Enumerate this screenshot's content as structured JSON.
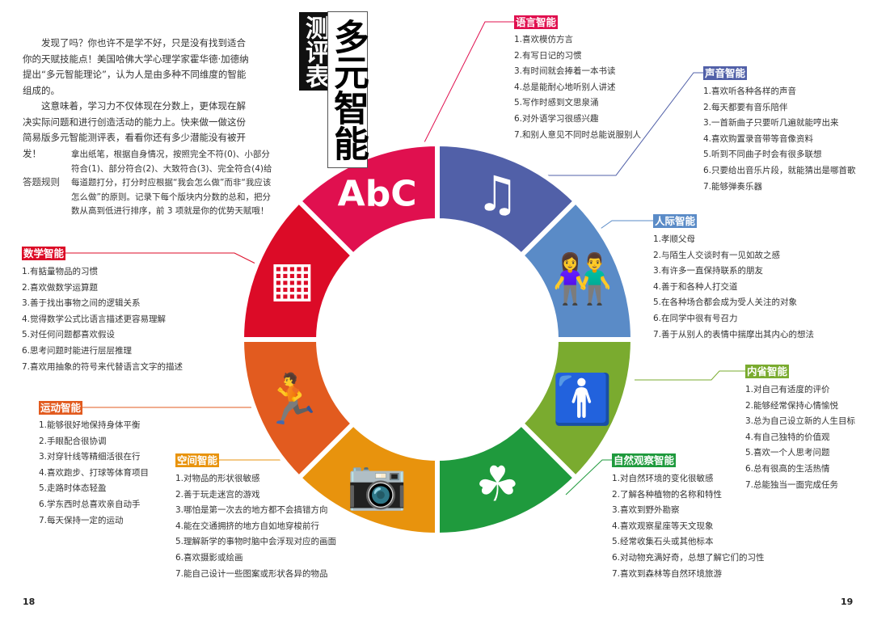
{
  "title": {
    "small": "测评表",
    "big": "多元智能"
  },
  "intro": [
    "发现了吗？你也许不是学不好，只是没有找到适合你的天赋技能点！美国哈佛大学心理学家霍华德·加德纳提出“多元智能理论”，认为人是由多种不同维度的智能组成的。",
    "这意味着，学习力不仅体现在分数上，更体现在解决实际问题和进行创造活动的能力上。快来做一做这份简易版多元智能测评表，看看你还有多少潜能没有被开发！"
  ],
  "rules": {
    "label": "答题规则",
    "text": "拿出纸笔，根据自身情况，按照完全不符(0)、小部分符合(1)、部分符合(2)、大致符合(3)、完全符合(4)给每道题打分，打分时应根据“我会怎么做”而非“我应该怎么做”的原则。记录下每个版块内分数的总和，把分数从高到低进行排序，前 3 项就是你的优势天赋哦！"
  },
  "categories": {
    "language": {
      "label": "语言智能",
      "color": "#e0104f",
      "icon": "abc-letters-icon",
      "items": [
        "1.喜欢模仿方言",
        "2.有写日记的习惯",
        "3.有时间就会捧着一本书读",
        "4.总是能耐心地听别人讲述",
        "5.写作时感到文思泉涌",
        "6.对外语学习很感兴趣",
        "7.和别人意见不同时总能说服别人"
      ]
    },
    "music": {
      "label": "声音智能",
      "color": "#5160a8",
      "icon": "music-note-icon",
      "items": [
        "1.喜欢听各种各样的声音",
        "2.每天都要有音乐陪伴",
        "3.一首新曲子只要听几遍就能哼出来",
        "4.喜欢购置录音带等音像资料",
        "5.听到不同曲子时会有很多联想",
        "6.只要给出音乐片段，就能猜出是哪首歌",
        "7.能够弹奏乐器"
      ]
    },
    "interpersonal": {
      "label": "人际智能",
      "color": "#5a8bc7",
      "icon": "people-icon",
      "items": [
        "1.孝顺父母",
        "2.与陌生人交谈时有一见如故之感",
        "3.有许多一直保持联系的朋友",
        "4.善于和各种人打交道",
        "5.在各种场合都会成为受人关注的对象",
        "6.在同学中很有号召力",
        "7.善于从别人的表情中揣摩出其内心的想法"
      ]
    },
    "intrapersonal": {
      "label": "内省智能",
      "color": "#7aab2f",
      "icon": "person-icon",
      "items": [
        "1.对自己有适度的评价",
        "2.能够经常保持心情愉悦",
        "3.总为自己设立新的人生目标",
        "4.有自己独特的价值观",
        "5.喜欢一个人思考问题",
        "6.总有很高的生活热情",
        "7.总能独当一面完成任务"
      ]
    },
    "naturalist": {
      "label": "自然观察智能",
      "color": "#1f9a3d",
      "icon": "leaf-icon",
      "items": [
        "1.对自然环境的变化很敏感",
        "2.了解各种植物的名称和特性",
        "3.喜欢到野外勘察",
        "4.喜欢观察星座等天文现象",
        "5.经常收集石头或其他标本",
        "6.对动物充满好奇，总想了解它们的习性",
        "7.喜欢到森林等自然环境旅游"
      ]
    },
    "spatial": {
      "label": "空间智能",
      "color": "#e8930d",
      "icon": "camera-icon",
      "items": [
        "1.对物品的形状很敏感",
        "2.善于玩走迷宫的游戏",
        "3.哪怕是第一次去的地方都不会搞错方向",
        "4.能在交通拥挤的地方自如地穿梭前行",
        "5.理解新学的事物时脑中会浮现对应的画面",
        "6.喜欢摄影或绘画",
        "7.能自己设计一些图案或形状各异的物品"
      ]
    },
    "bodily": {
      "label": "运动智能",
      "color": "#e25b1f",
      "icon": "runner-icon",
      "items": [
        "1.能够很好地保持身体平衡",
        "2.手眼配合很协调",
        "3.对穿针线等精细活很在行",
        "4.喜欢跑步、打球等体育项目",
        "5.走路时体态轻盈",
        "6.学东西时总喜欢亲自动手",
        "7.每天保持一定的运动"
      ]
    },
    "math": {
      "label": "数学智能",
      "color": "#dc0b27",
      "icon": "calculator-icon",
      "items": [
        "1.有掂量物品的习惯",
        "2.喜欢做数学运算题",
        "3.善于找出事物之间的逻辑关系",
        "4.觉得数学公式比语言描述更容易理解",
        "5.对任何问题都喜欢假设",
        "6.思考问题时能进行层层推理",
        "7.喜欢用抽象的符号来代替语言文字的描述"
      ]
    }
  },
  "ring_order": [
    "music",
    "interpersonal",
    "intrapersonal",
    "naturalist",
    "spatial",
    "bodily",
    "math",
    "language"
  ],
  "page_numbers": {
    "left": "18",
    "right": "19"
  }
}
